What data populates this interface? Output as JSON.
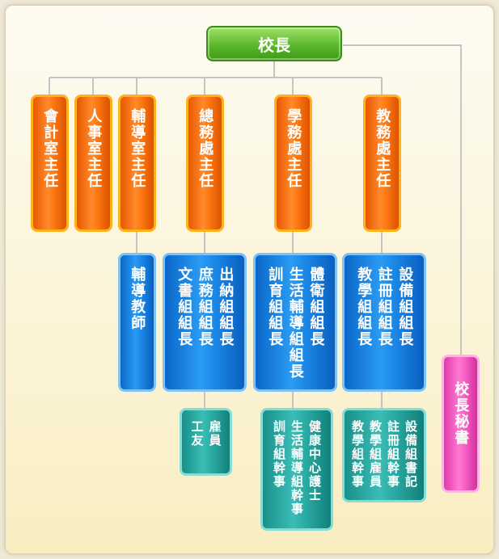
{
  "chart": {
    "principal": "校長",
    "secretary": "校長秘書",
    "directors": {
      "accounting": "會計室主任",
      "personnel": "人事室主任",
      "counseling": "輔導室主任",
      "general_affairs": "總務處主任",
      "student_affairs": "學務處主任",
      "academic_affairs": "教務處主任"
    },
    "counseling_staff": {
      "teacher": "輔導教師"
    },
    "general_affairs_staff": {
      "line1": "文書組組長",
      "line2": "庶務組組長",
      "line3": "出納組組長"
    },
    "student_affairs_staff": {
      "line1": "訓育組組長",
      "line2": "生活輔導組組長",
      "line3": "體衛組組長"
    },
    "academic_affairs_staff": {
      "line1": "教學組組長",
      "line2": "註冊組組長",
      "line3": "設備組組長"
    },
    "general_affairs_workers": {
      "line1": "工友",
      "line2": "雇員"
    },
    "student_affairs_officers": {
      "line1": "訓育組幹事",
      "line2": "生活輔導組幹事",
      "line3": "健康中心護士"
    },
    "academic_affairs_officers": {
      "line1": "教學組幹事",
      "line2": "教學組雇員",
      "line3": "註冊組幹事",
      "line4": "設備組書記"
    }
  },
  "colors": {
    "principal": "#5cb82b",
    "director": "#ff7a12",
    "section_chief": "#2a9bf2",
    "officer": "#3bbdb5",
    "secretary": "#f765c6",
    "connector": "#c4c4c4"
  }
}
